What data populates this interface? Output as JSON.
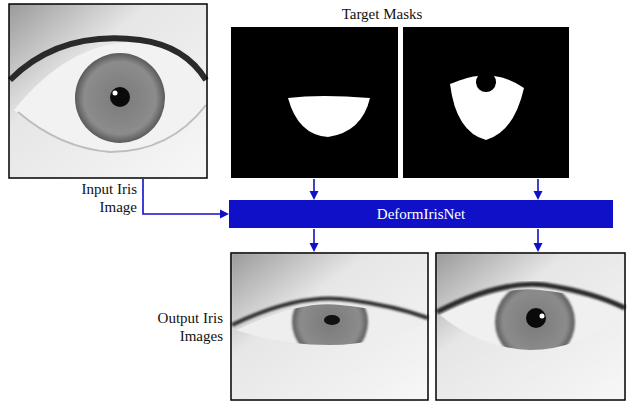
{
  "diagram": {
    "nodes": [
      {
        "text": [
          "DeformIrisNet"
        ]
      }
    ],
    "labels": [
      "Target Masks",
      "Input Iris Image",
      "Output Iris Images"
    ]
  }
}
